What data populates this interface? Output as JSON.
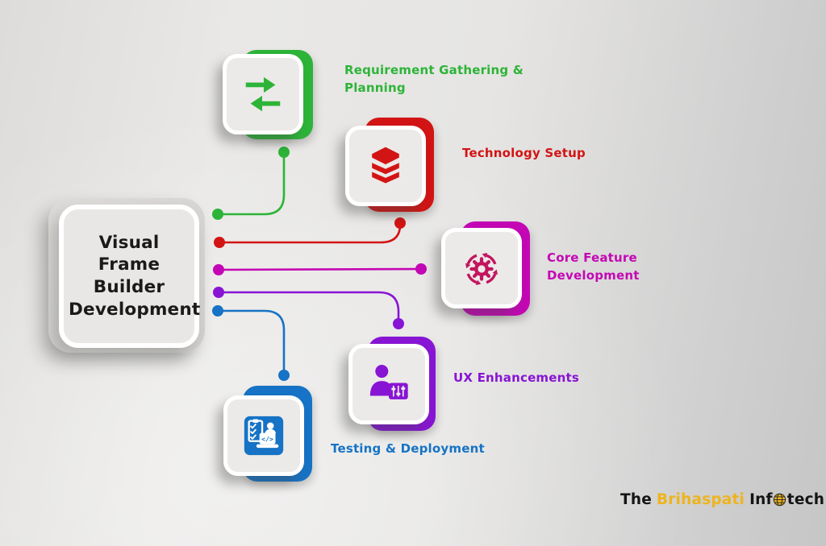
{
  "title": {
    "text": "Visual Frame Builder Development"
  },
  "stages": [
    {
      "name": "requirement-gathering-planning",
      "label": "Requirement Gathering & Planning",
      "color": "#2db438",
      "icon_color": "#2db438",
      "icon": "transfer-arrows-icon"
    },
    {
      "name": "technology-setup",
      "label": "Technology Setup",
      "color": "#d31414",
      "icon_color": "#d31414",
      "icon": "database-stack-icon"
    },
    {
      "name": "core-feature-development",
      "label": "Core Feature Development",
      "color": "#c407b4",
      "icon_color": "#c3155f",
      "icon": "process-cycle-gear-icon"
    },
    {
      "name": "ux-enhancements",
      "label": "UX Enhancements",
      "color": "#8814d4",
      "icon_color": "#8814d4",
      "icon": "user-settings-sliders-icon"
    },
    {
      "name": "testing-deployment",
      "label": "Testing & Deployment",
      "color": "#1673c5",
      "icon_color": "#1673c5",
      "icon": "testing-code-laptop-icon"
    }
  ],
  "logo": {
    "word1": "The",
    "brand": "Brihaspati",
    "word2_prefix": "Inf",
    "word2_suffix": "tech",
    "brand_color": "#eeb41e",
    "text_color": "#141414",
    "globe_icon": "globe-icon"
  },
  "colors": {
    "background_left": "#e9e8e6",
    "background_right": "#c6c6c6",
    "title_text": "#1a1a1a",
    "card_fill": "#eceae8",
    "card_border": "#ffffff"
  }
}
